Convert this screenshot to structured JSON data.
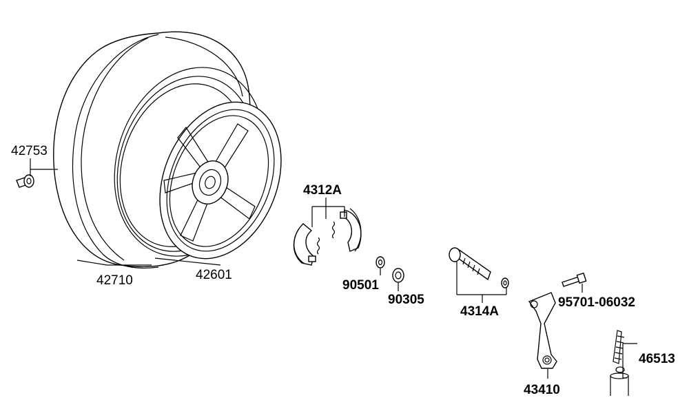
{
  "labels": {
    "p42753": "42753",
    "p42710": "42710",
    "p42601": "42601",
    "p4312A": "4312A",
    "p90501": "90501",
    "p90305": "90305",
    "p4314A": "4314A",
    "p95701": "95701-06032",
    "p43410": "43410",
    "p46513": "46513"
  }
}
